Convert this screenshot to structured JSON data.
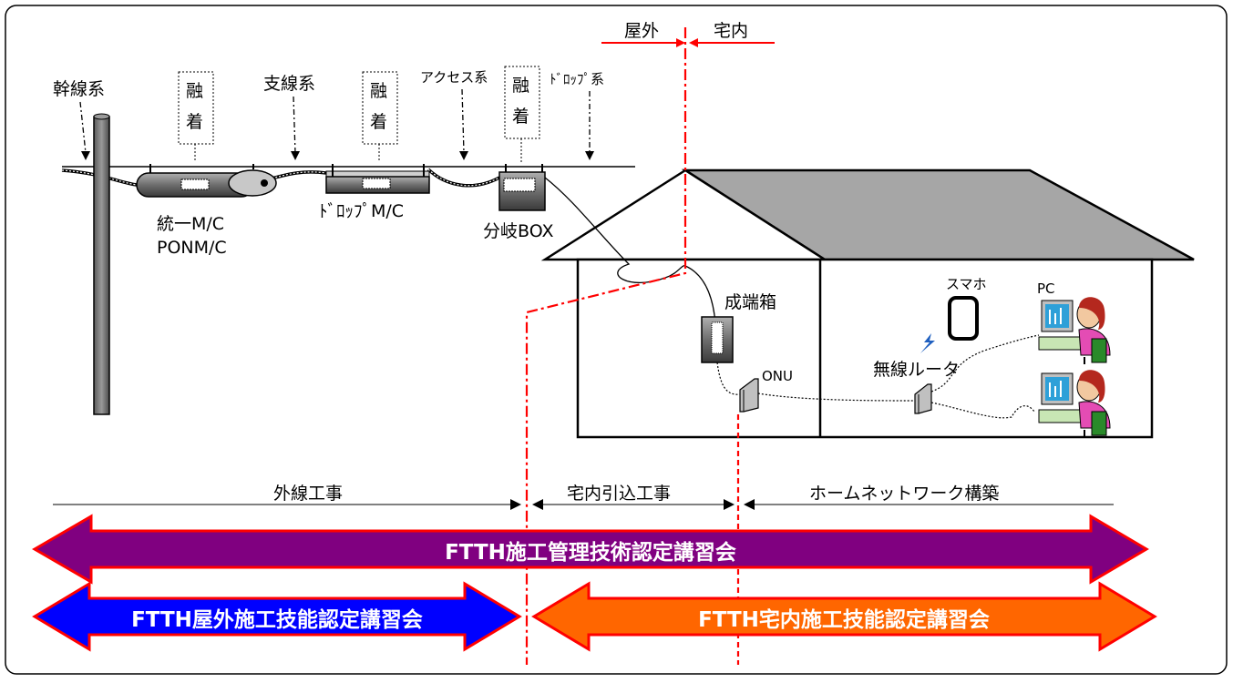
{
  "zones": {
    "outside": "屋外",
    "inside": "宅内"
  },
  "segments": {
    "trunk": "幹線系",
    "branch": "支線系",
    "access": "アクセス系",
    "drop": "ﾄﾞﾛｯﾌﾟ系"
  },
  "fusion": {
    "char1": "融",
    "char2": "着"
  },
  "devices": {
    "mc1_line1": "統一M/C",
    "mc1_line2": "PONM/C",
    "drop_mc": "ﾄﾞﾛｯﾌﾟM/C",
    "branch_box": "分岐BOX",
    "termination_box": "成端箱",
    "onu": "ONU",
    "smartphone": "スマホ",
    "wireless_router": "無線ルータ",
    "pc": "PC"
  },
  "work_sections": {
    "outdoor_work": "外線工事",
    "indoor_dropin_work": "宅内引込工事",
    "home_network": "ホームネットワーク構築"
  },
  "courses": {
    "management": "FTTH施工管理技術認定講習会",
    "outdoor": "FTTH屋外施工技能認定講習会",
    "indoor": "FTTH宅内施工技能認定講習会"
  },
  "colors": {
    "management_arrow": "#800080",
    "outdoor_arrow": "#0000ff",
    "indoor_arrow": "#ff6600",
    "arrow_border": "#ff0000",
    "divider": "#ff0000",
    "roof": "#a6a6a6",
    "pole": "#808080"
  }
}
